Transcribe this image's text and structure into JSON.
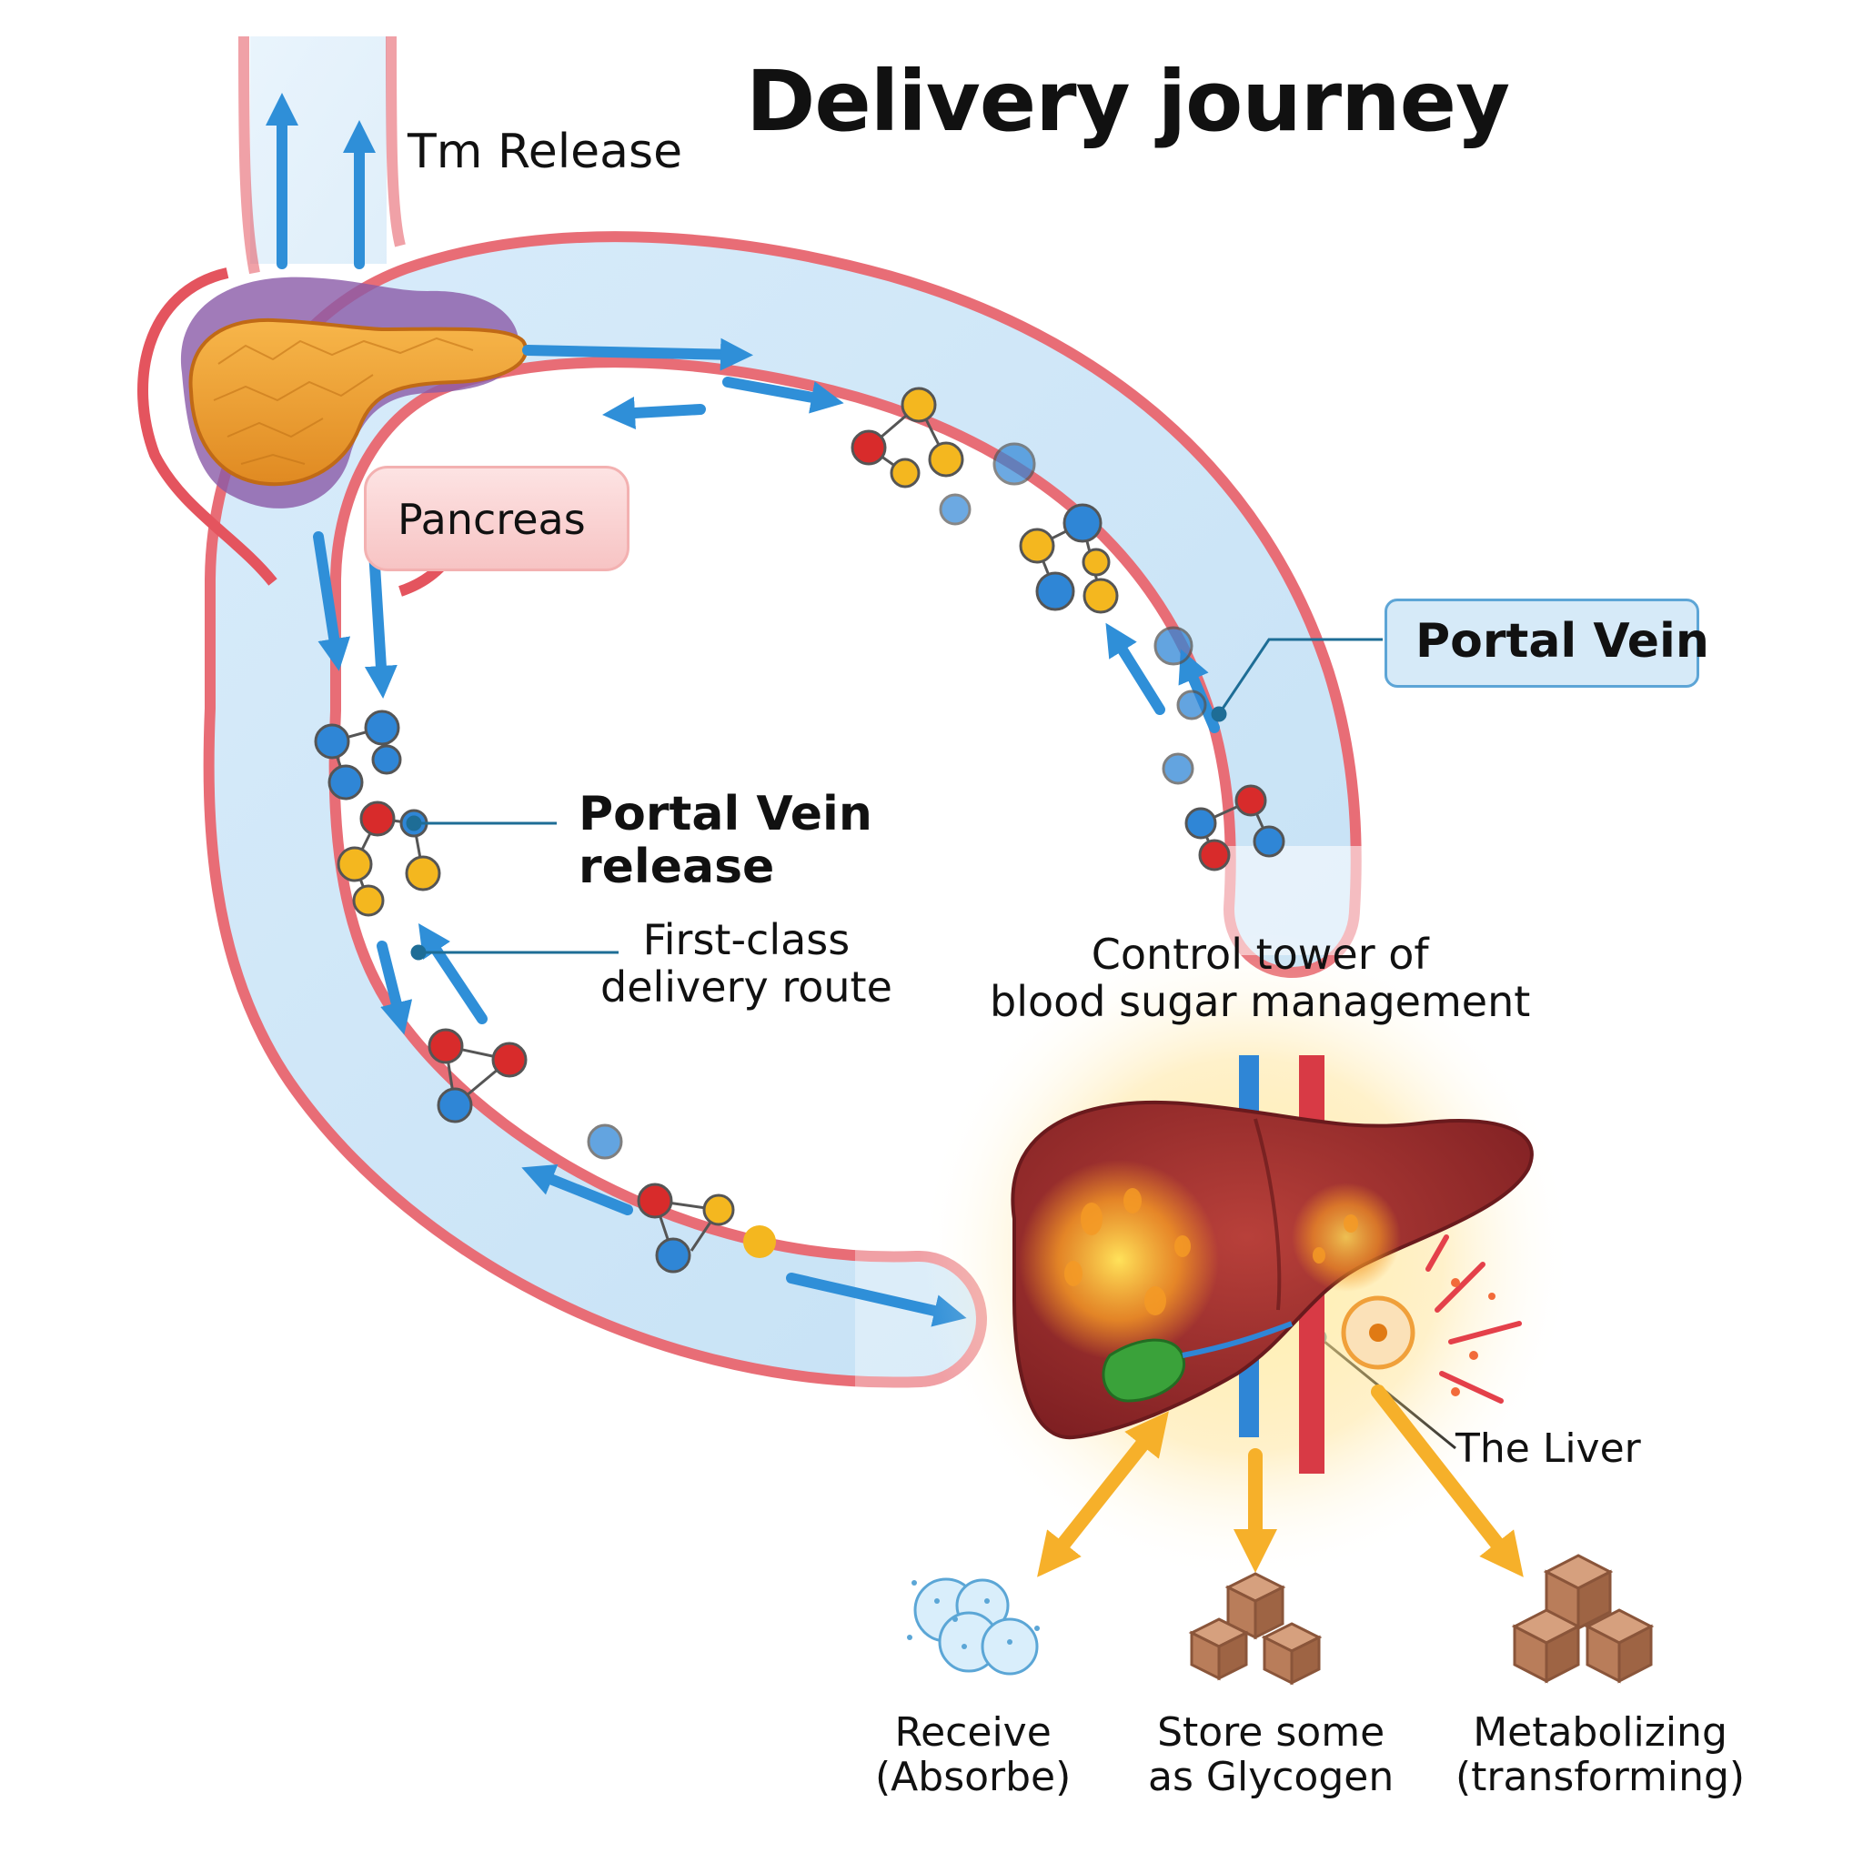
{
  "title": "Delivery journey",
  "labels": {
    "tm_release": "Tm Release",
    "pancreas": "Pancreas",
    "portal_vein": "Portal Vein",
    "portal_vein_release_line1": "Portal Vein",
    "portal_vein_release_line2": "release",
    "first_class_line1": "First-class",
    "first_class_line2": "delivery route",
    "control_tower_line1": "Control tower of",
    "control_tower_line2": "blood sugar management",
    "the_liver": "The Liver"
  },
  "outcomes": [
    {
      "line1": "Receive",
      "line2": "(Absorbe)"
    },
    {
      "line1": "Store some",
      "line2": "as Glycogen"
    },
    {
      "line1": "Metabolizing",
      "line2": "(transforming)"
    }
  ],
  "colors": {
    "vessel_wall": "#e4545e",
    "vessel_inner": "#cfe6f7",
    "flow_arrow": "#2f8fd8",
    "pancreas": "#f0a43a",
    "liver": "#9b2a2a",
    "gallbladder": "#3aa23a",
    "output_arrow": "#f6b02a",
    "glycogen_block": "#b97d5a",
    "molecule_red": "#d82b2b",
    "molecule_blue": "#2f86d6",
    "molecule_yellow": "#f4b71f"
  },
  "icons": [
    "pancreas-icon",
    "liver-icon",
    "molecule-icon",
    "glucose-sphere-icon",
    "glycogen-cube-icon",
    "flow-arrow-icon"
  ]
}
